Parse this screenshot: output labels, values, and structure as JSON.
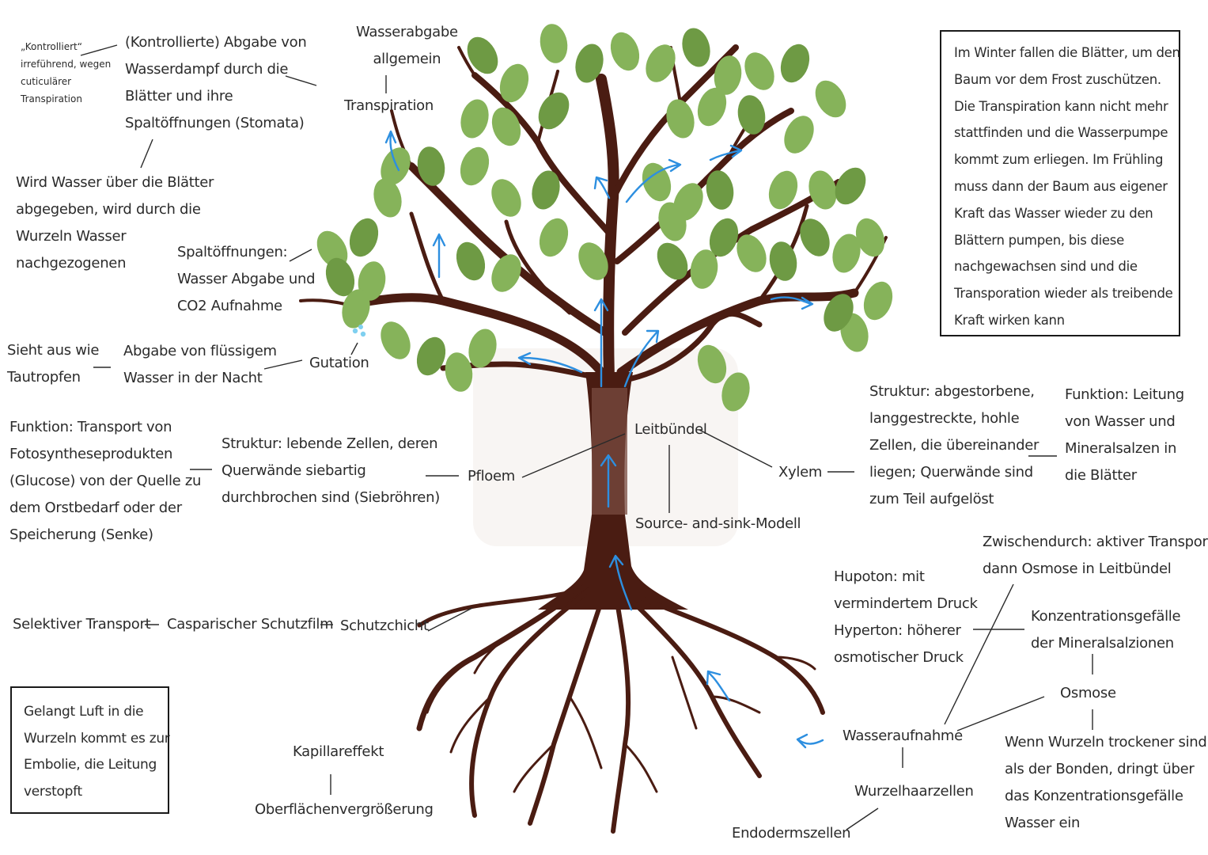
{
  "colors": {
    "trunk": "#4a1c12",
    "leaf": "#86b35a",
    "leaf_dark": "#6e9a44",
    "arrow": "#2d8fe0",
    "text": "#2b2b2b"
  },
  "labels": {
    "kontrolliert_note": "„Kontrolliert“\nirreführend, wegen\ncuticulärer\nTranspiration",
    "abgabe_wasserdampf": "(Kontrollierte) Abgabe von\nWasserdampf durch die\nBlätter und ihre\nSpaltöffnungen (Stomata)",
    "wasserabgabe_allgemein": "Wasserabgabe\nallgemein",
    "transpiration": "Transpiration",
    "nachgezogen": "Wird Wasser über die Blätter\nabgegeben, wird durch die\nWurzeln Wasser\nnachgezogenen",
    "spaltoeffnungen": "Spaltöffnungen:\nWasser Abgabe und\nCO2 Aufnahme",
    "tautropfen": "Sieht aus wie\nTautropfen",
    "abgabe_fluessig": "Abgabe von flüssigem\nWasser in der Nacht",
    "gutation": "Gutation",
    "phloem_funktion": "Funktion: Transport von\nFotosyntheseprodukten\n(Glucose) von der Quelle zu\ndem Orstbedarf oder der\nSpeicherung (Senke)",
    "phloem_struktur": "Struktur: lebende Zellen, deren\nQuerwände siebartig\ndurchbrochen sind (Siebröhren)",
    "pfloem": "Pfloem",
    "leitbuendel": "Leitbündel",
    "source_sink": "Source- and-sink-Modell",
    "xylem": "Xylem",
    "xylem_struktur": "Struktur: abgestorbene,\nlanggestreckte, hohle\nZellen, die übereinander\nliegen; Querwände sind\nzum Teil aufgelöst",
    "xylem_funktion": "Funktion: Leitung\nvon Wasser und\nMineralsalzen in\ndie Blätter",
    "selektiver": "Selektiver Transport",
    "casparischer": "Casparischer Schutzfilm",
    "schutzschicht": "Schutzchicht",
    "zwischendurch": "Zwischendurch: aktiver Transport,\ndann Osmose in Leitbündel",
    "hypoton": "Hupoton: mit\nvermindertem Druck\nHyperton: höherer\nosmotischer Druck",
    "konzentrationsgefaelle": "Konzentrationsgefälle\nder Mineralsalzionen",
    "osmose": "Osmose",
    "wenn_wurzeln": "Wenn Wurzeln trockener sind\nals der Bonden, dringt über\ndas Konzentrationsgefälle\nWasser ein",
    "wasseraufnahme": "Wasseraufnahme",
    "wurzelhaarzellen": "Wurzelhaarzellen",
    "endodermszellen": "Endodermszellen",
    "kapillareffekt": "Kapillareffekt",
    "oberflaeche": "Oberflächenvergrößerung"
  },
  "boxes": {
    "winter": "Im Winter fallen die Blätter, um den\nBaum vor dem Frost zuschützen.\nDie Transpiration kann nicht mehr\nstattfinden und die Wasserpumpe\nkommt zum erliegen. Im Frühling\nmuss dann der Baum aus eigener\nKraft das Wasser wieder zu den\nBlättern pumpen, bis diese\nnachgewachsen sind und die\nTransporation wieder als treibende\nKraft wirken kann",
    "embolie": "Gelangt Luft in die\nWurzeln kommt es zur\nEmbolie, die Leitung\nverstopft"
  }
}
